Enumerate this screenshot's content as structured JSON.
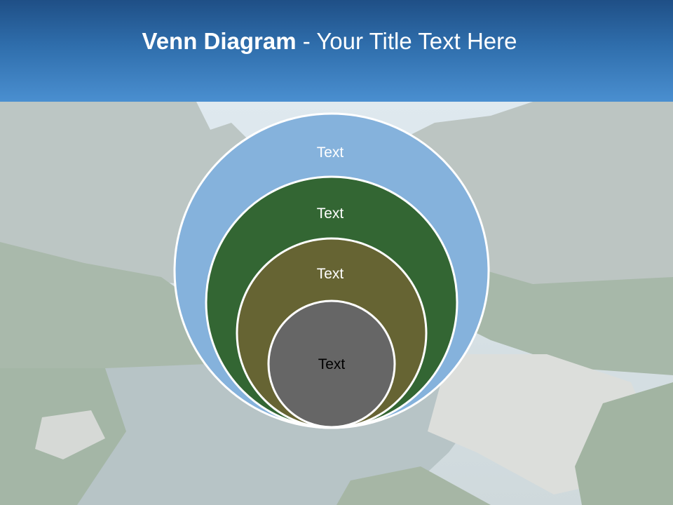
{
  "title": {
    "bold": "Venn Diagram",
    "rest": " - Your Title Text Here"
  },
  "colors": {
    "header_top": "#1f4f86",
    "header_bottom": "#4a8fd0",
    "circle_outer": "#85b2dc",
    "circle_2": "#336633",
    "circle_3": "#666433",
    "circle_inner": "#666666"
  },
  "diagram": {
    "circles": [
      {
        "label": "Text"
      },
      {
        "label": "Text"
      },
      {
        "label": "Text"
      },
      {
        "label": "Text"
      }
    ]
  }
}
